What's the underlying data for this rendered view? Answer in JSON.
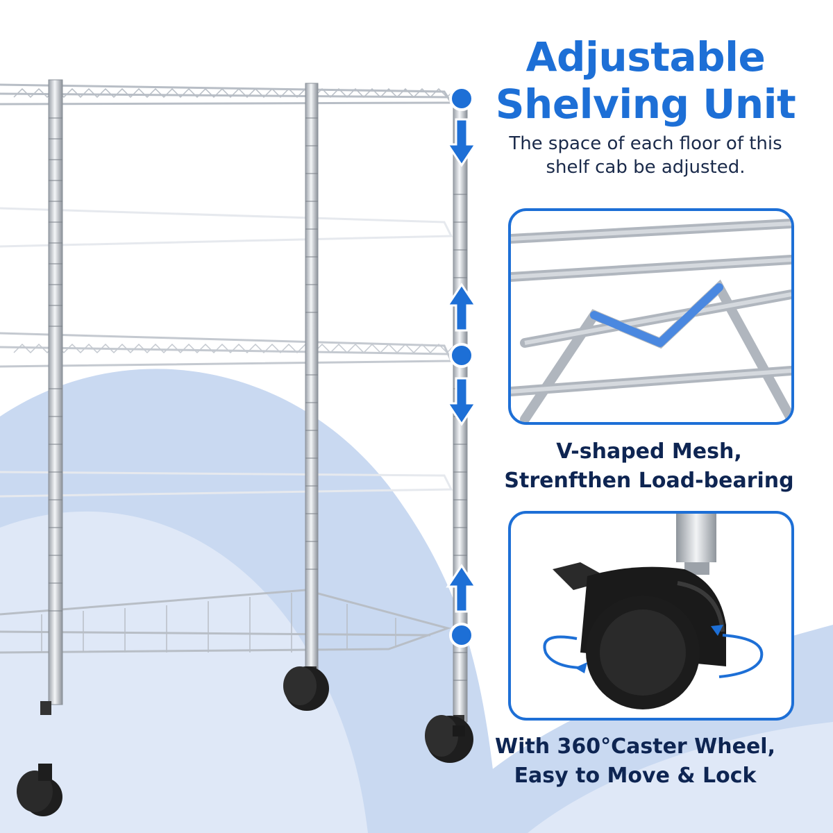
{
  "title": {
    "line1": "Adjustable",
    "line2": "Shelving Unit"
  },
  "subtitle": {
    "line1": "The space of each floor of this",
    "line2": "shelf cab be adjusted."
  },
  "features": {
    "mesh": {
      "line1": "V-shaped Mesh,",
      "line2": "Strenfthen Load-bearing"
    },
    "wheel": {
      "line1": "With 360°Caster Wheel,",
      "line2": "Easy to Move & Lock"
    }
  },
  "colors": {
    "accent": "#1d6fd6",
    "caption_text": "#0e2552",
    "background_wave": "#c9d9f1"
  },
  "icons": [
    "adjust-dot-icon",
    "arrow-down-icon",
    "arrow-up-icon",
    "rotate-arrows-icon"
  ]
}
